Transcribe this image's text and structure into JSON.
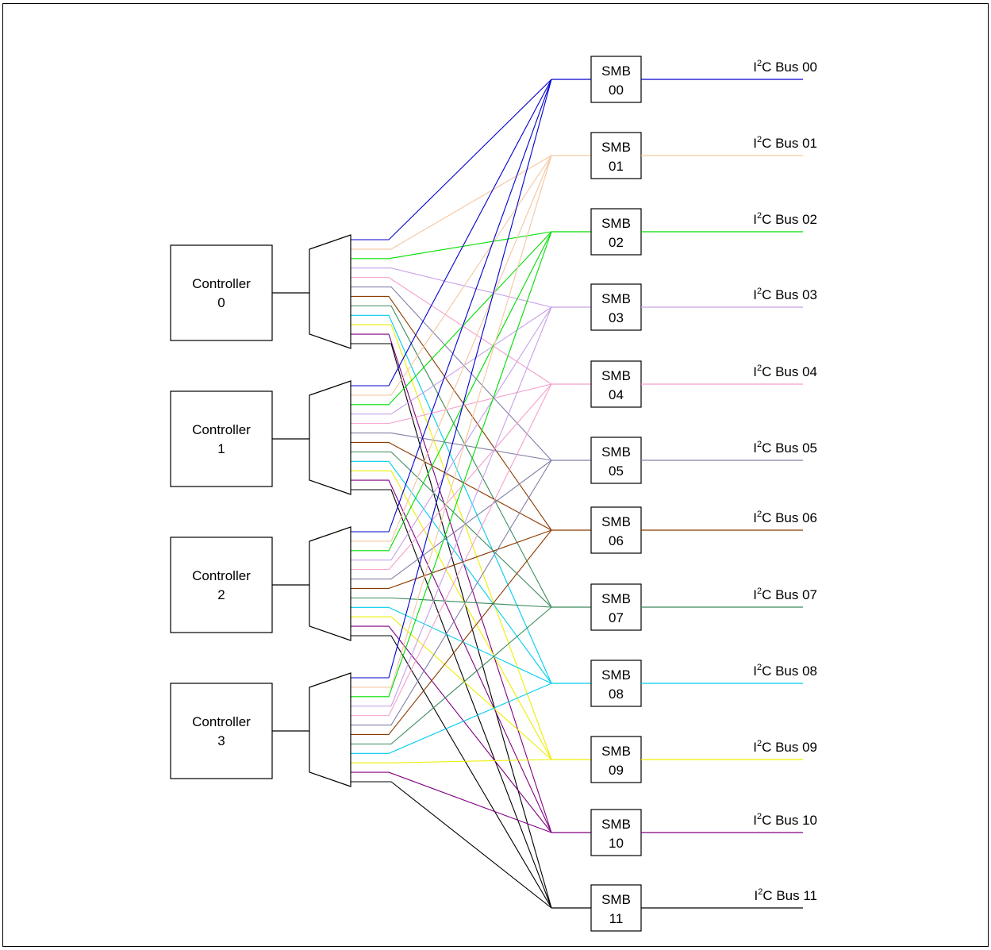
{
  "diagram": {
    "controllers": [
      {
        "label_line1": "Controller",
        "label_line2": "0"
      },
      {
        "label_line1": "Controller",
        "label_line2": "1"
      },
      {
        "label_line1": "Controller",
        "label_line2": "2"
      },
      {
        "label_line1": "Controller",
        "label_line2": "3"
      }
    ],
    "smb_boxes": [
      {
        "label_line1": "SMB",
        "label_line2": "00",
        "bus_prefix": "I",
        "bus_sup": "2",
        "bus_suffix": "C Bus 00",
        "color": "#0000cc"
      },
      {
        "label_line1": "SMB",
        "label_line2": "01",
        "bus_prefix": "I",
        "bus_sup": "2",
        "bus_suffix": "C Bus 01",
        "color": "#f5c6a0"
      },
      {
        "label_line1": "SMB",
        "label_line2": "02",
        "bus_prefix": "I",
        "bus_sup": "2",
        "bus_suffix": "C Bus 02",
        "color": "#00dd00"
      },
      {
        "label_line1": "SMB",
        "label_line2": "03",
        "bus_prefix": "I",
        "bus_sup": "2",
        "bus_suffix": "C Bus 03",
        "color": "#c8a0e8"
      },
      {
        "label_line1": "SMB",
        "label_line2": "04",
        "bus_prefix": "I",
        "bus_sup": "2",
        "bus_suffix": "C Bus 04",
        "color": "#f5a0cc"
      },
      {
        "label_line1": "SMB",
        "label_line2": "05",
        "bus_prefix": "I",
        "bus_sup": "2",
        "bus_suffix": "C Bus 05",
        "color": "#8080a8"
      },
      {
        "label_line1": "SMB",
        "label_line2": "06",
        "bus_prefix": "I",
        "bus_sup": "2",
        "bus_suffix": "C Bus 06",
        "color": "#8b3a00"
      },
      {
        "label_line1": "SMB",
        "label_line2": "07",
        "bus_prefix": "I",
        "bus_sup": "2",
        "bus_suffix": "C Bus 07",
        "color": "#3a8a5a"
      },
      {
        "label_line1": "SMB",
        "label_line2": "08",
        "bus_prefix": "I",
        "bus_sup": "2",
        "bus_suffix": "C Bus 08",
        "color": "#00ccee"
      },
      {
        "label_line1": "SMB",
        "label_line2": "09",
        "bus_prefix": "I",
        "bus_sup": "2",
        "bus_suffix": "C Bus 09",
        "color": "#eeee00"
      },
      {
        "label_line1": "SMB",
        "label_line2": "10",
        "bus_prefix": "I",
        "bus_sup": "2",
        "bus_suffix": "C Bus 10",
        "color": "#800080"
      },
      {
        "label_line1": "SMB",
        "label_line2": "11",
        "bus_prefix": "I",
        "bus_sup": "2",
        "bus_suffix": "C Bus 11",
        "color": "#000000"
      }
    ]
  }
}
